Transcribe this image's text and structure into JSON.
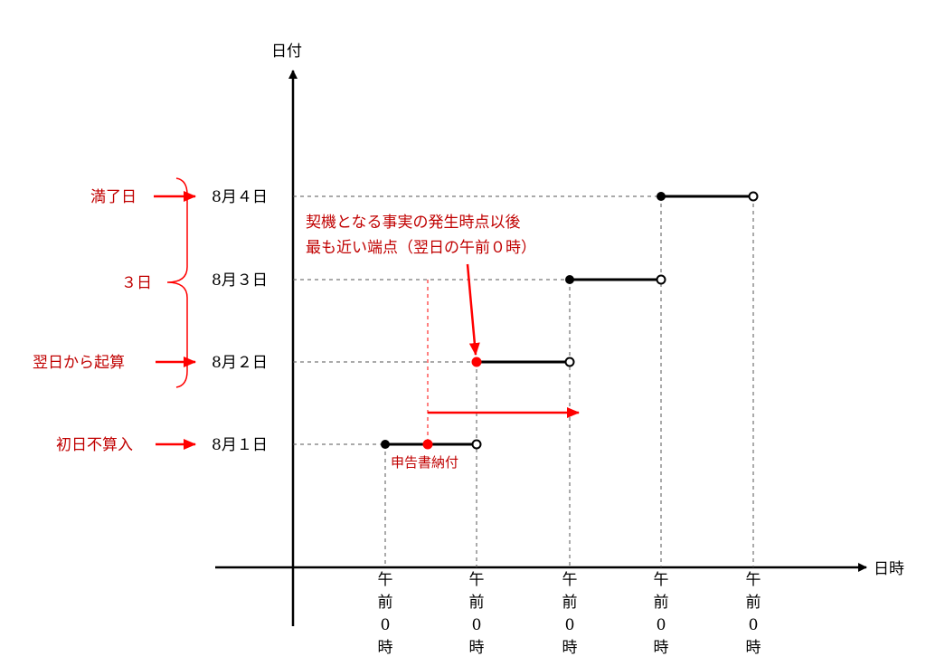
{
  "axes": {
    "y_label": "日付",
    "x_label": "日時"
  },
  "rows": [
    {
      "label": "8月４日"
    },
    {
      "label": "8月３日"
    },
    {
      "label": "8月２日"
    },
    {
      "label": "8月１日"
    }
  ],
  "tick_label": [
    "午",
    "前",
    "0",
    "時"
  ],
  "annotations": {
    "expiry": "満了日",
    "three_days": "３日",
    "start_next_day": "翌日から起算",
    "first_day_excluded": "初日不算入",
    "filing": "申告書納付",
    "note_line1": "契機となる事実の発生時点以後",
    "note_line2": "最も近い端点（翌日の午前０時）"
  },
  "colors": {
    "accent": "#ff0000",
    "text_red": "#c00000"
  }
}
